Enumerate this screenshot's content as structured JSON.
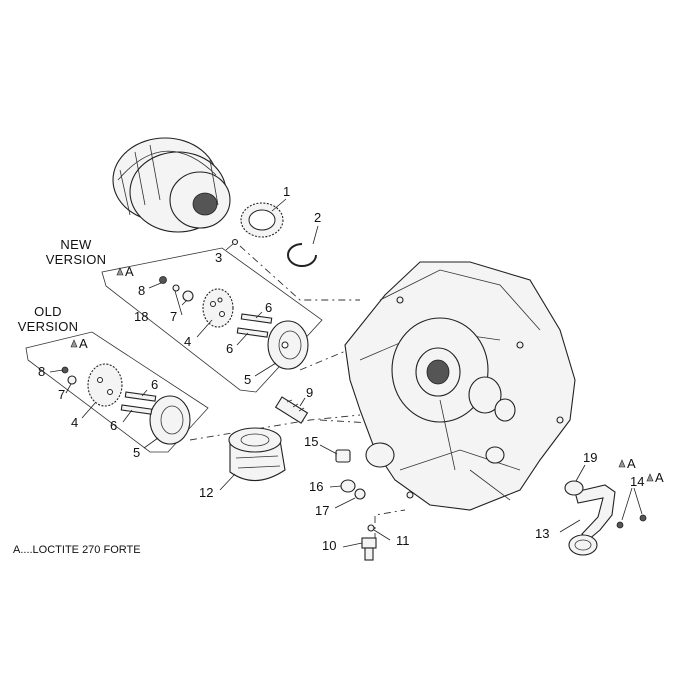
{
  "groups": {
    "new_version": [
      "NEW",
      "VERSION"
    ],
    "old_version": [
      "OLD",
      "VERSION"
    ]
  },
  "callouts": {
    "c1": "1",
    "c2": "2",
    "c3": "3",
    "c4_new": "4",
    "c4_old": "4",
    "c5_new": "5",
    "c5_old": "5",
    "c6_new_a": "6",
    "c6_new_b": "6",
    "c6_old_a": "6",
    "c6_old_b": "6",
    "c7_new": "7",
    "c7_old": "7",
    "c8_new": "8",
    "c8_old": "8",
    "c9": "9",
    "c10": "10",
    "c11": "11",
    "c12": "12",
    "c13": "13",
    "c14": "14",
    "c15": "15",
    "c16": "16",
    "c17": "17",
    "c18": "18",
    "c19": "19"
  },
  "markers": {
    "loctite": "A"
  },
  "legend": {
    "text": "A....LOCTITE 270 FORTE"
  }
}
